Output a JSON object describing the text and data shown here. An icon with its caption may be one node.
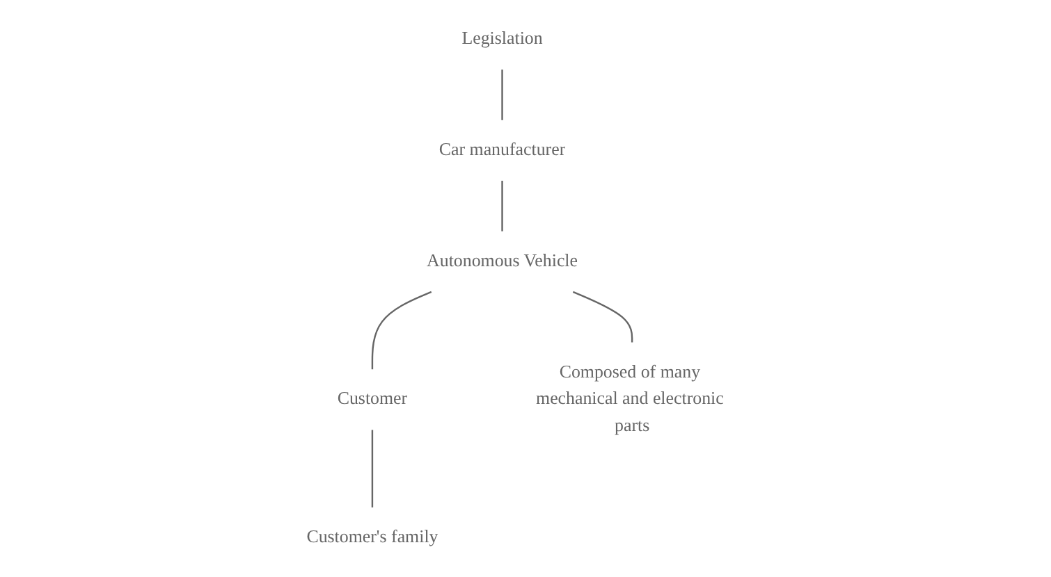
{
  "diagram": {
    "nodes": [
      {
        "text": [
          "Legislation"
        ]
      },
      {
        "text": [
          "Car manufacturer"
        ]
      },
      {
        "text": [
          "Autonomous Vehicle"
        ]
      },
      {
        "text": [
          "Customer"
        ]
      },
      {
        "text": [
          "Composed of many mechanical and electronic parts"
        ]
      },
      {
        "text": [
          "Customer's family"
        ]
      }
    ],
    "edges": [
      {
        "from": 0,
        "to": 1,
        "arrow": "none"
      },
      {
        "from": 1,
        "to": 2,
        "arrow": "none"
      },
      {
        "from": 2,
        "to": 3,
        "arrow": "none"
      },
      {
        "from": 2,
        "to": 4,
        "arrow": "none"
      },
      {
        "from": 3,
        "to": 5,
        "arrow": "none"
      }
    ]
  }
}
